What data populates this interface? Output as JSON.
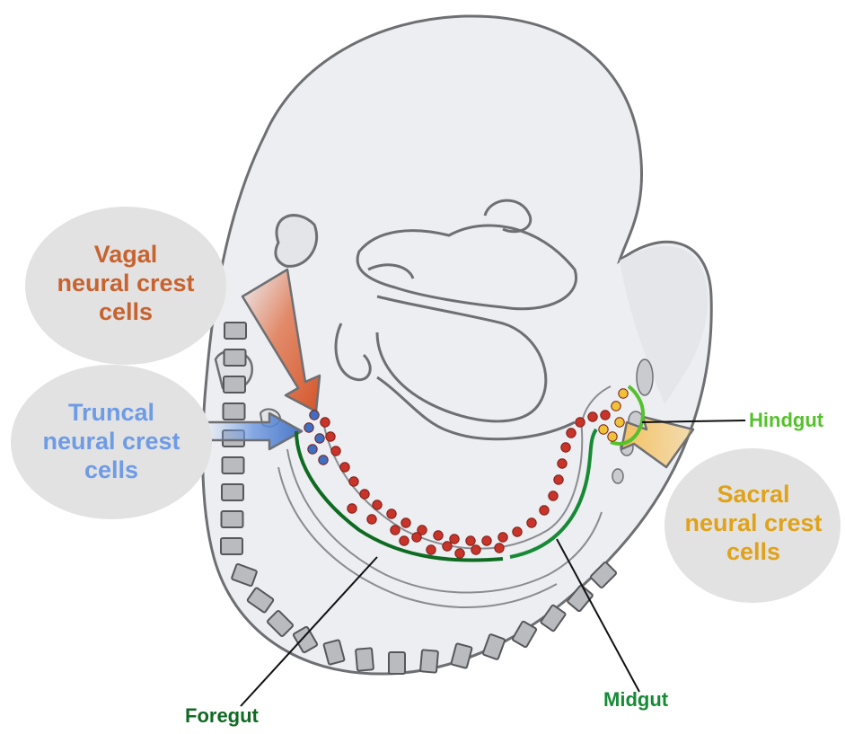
{
  "colors": {
    "vagal": "#c8622f",
    "truncal": "#6e9be6",
    "sacral": "#e0a21a",
    "hindgut": "#54c22c",
    "midgut": "#168a35",
    "foregut": "#0f6a22",
    "bubble": "#e2e2e2",
    "embryo_fill": "#eceef1",
    "embryo_outline": "#6d6f73",
    "cell_red": "#c9342a",
    "cell_blue": "#3f6fc2",
    "cell_yellow": "#f0c23a"
  },
  "labels": {
    "vagal": [
      "Vagal",
      "neural crest",
      "cells"
    ],
    "truncal": [
      "Truncal",
      "neural crest",
      "cells"
    ],
    "sacral": [
      "Sacral",
      "neural crest",
      "cells"
    ],
    "hindgut": "Hindgut",
    "midgut": "Midgut",
    "foregut": "Foregut"
  },
  "icons": {
    "vagal_arrow": "arrow-right-down-icon",
    "truncal_arrow": "arrow-right-icon",
    "sacral_arrow": "arrow-left-icon"
  }
}
